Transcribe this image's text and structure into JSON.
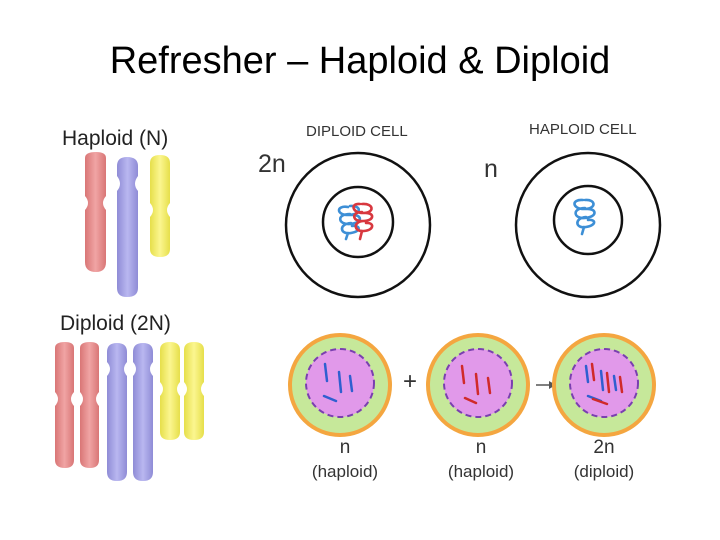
{
  "title": "Refresher – Haploid & Diploid",
  "left_panel": {
    "haploid_label": "Haploid (N)",
    "diploid_label": "Diploid (2N)"
  },
  "cells": {
    "diploid_title": "DIPLOID CELL",
    "diploid_ploidy": "2n",
    "haploid_title": "HAPLOID CELL",
    "haploid_ploidy": "n"
  },
  "fertilization": {
    "plus_sign": "+",
    "cell1": {
      "ploidy": "n",
      "type": "(haploid)"
    },
    "cell2": {
      "ploidy": "n",
      "type": "(haploid)"
    },
    "cell3": {
      "ploidy": "2n",
      "type": "(diploid)"
    }
  },
  "colors": {
    "chromosome_red": "#e88f8f",
    "chromosome_purple": "#a8a6e6",
    "chromosome_yellow": "#f2ee6f",
    "cell_outer": "#f4a640",
    "cytoplasm": "#c6e89a",
    "nucleus": "#e199ea",
    "nucleus_border": "#7a3fb0",
    "dna_blue": "#3d8fd6",
    "dna_red": "#d8383f",
    "chrom_line_blue": "#2f5fd0",
    "chrom_line_red": "#d02a2a"
  }
}
